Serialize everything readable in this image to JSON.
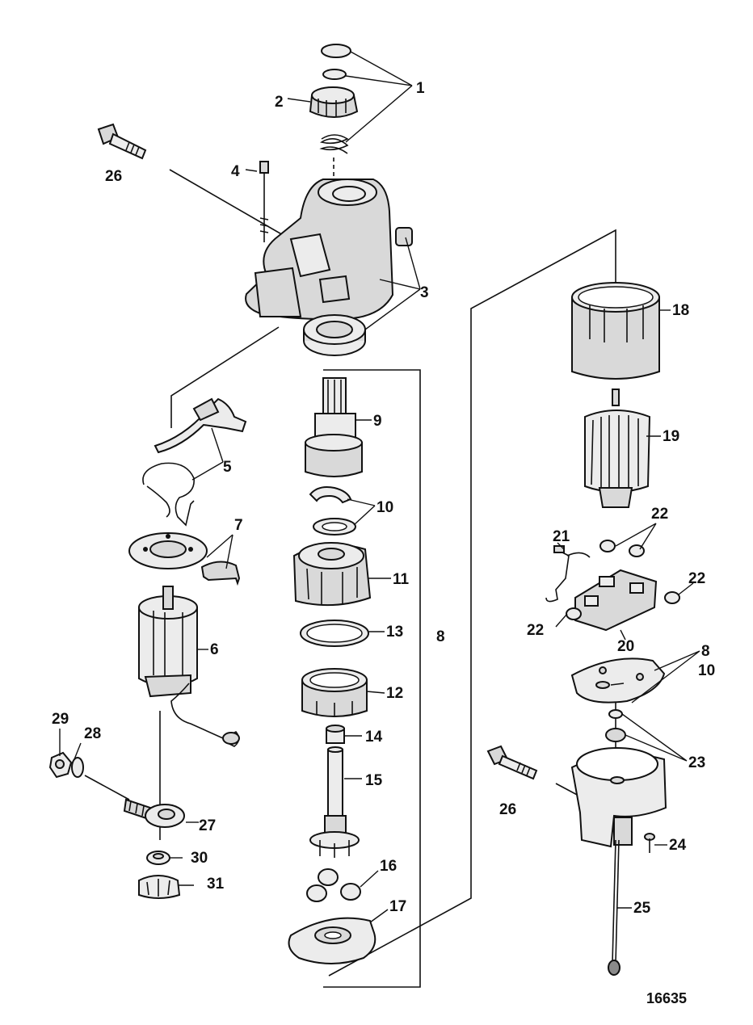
{
  "callouts": {
    "c1": "1",
    "c2": "2",
    "c3": "3",
    "c4": "4",
    "c5": "5",
    "c6": "6",
    "c7": "7",
    "c8a": "8",
    "c8b": "8",
    "c9": "9",
    "c10a": "10",
    "c10b": "10",
    "c11": "11",
    "c12": "12",
    "c13": "13",
    "c14": "14",
    "c15": "15",
    "c16": "16",
    "c17": "17",
    "c18": "18",
    "c19": "19",
    "c20": "20",
    "c21": "21",
    "c22a": "22",
    "c22b": "22",
    "c22c": "22",
    "c23": "23",
    "c24": "24",
    "c25": "25",
    "c26a": "26",
    "c26b": "26",
    "c27": "27",
    "c28": "28",
    "c29": "29",
    "c30": "30",
    "c31": "31"
  },
  "reference_number": "16635"
}
